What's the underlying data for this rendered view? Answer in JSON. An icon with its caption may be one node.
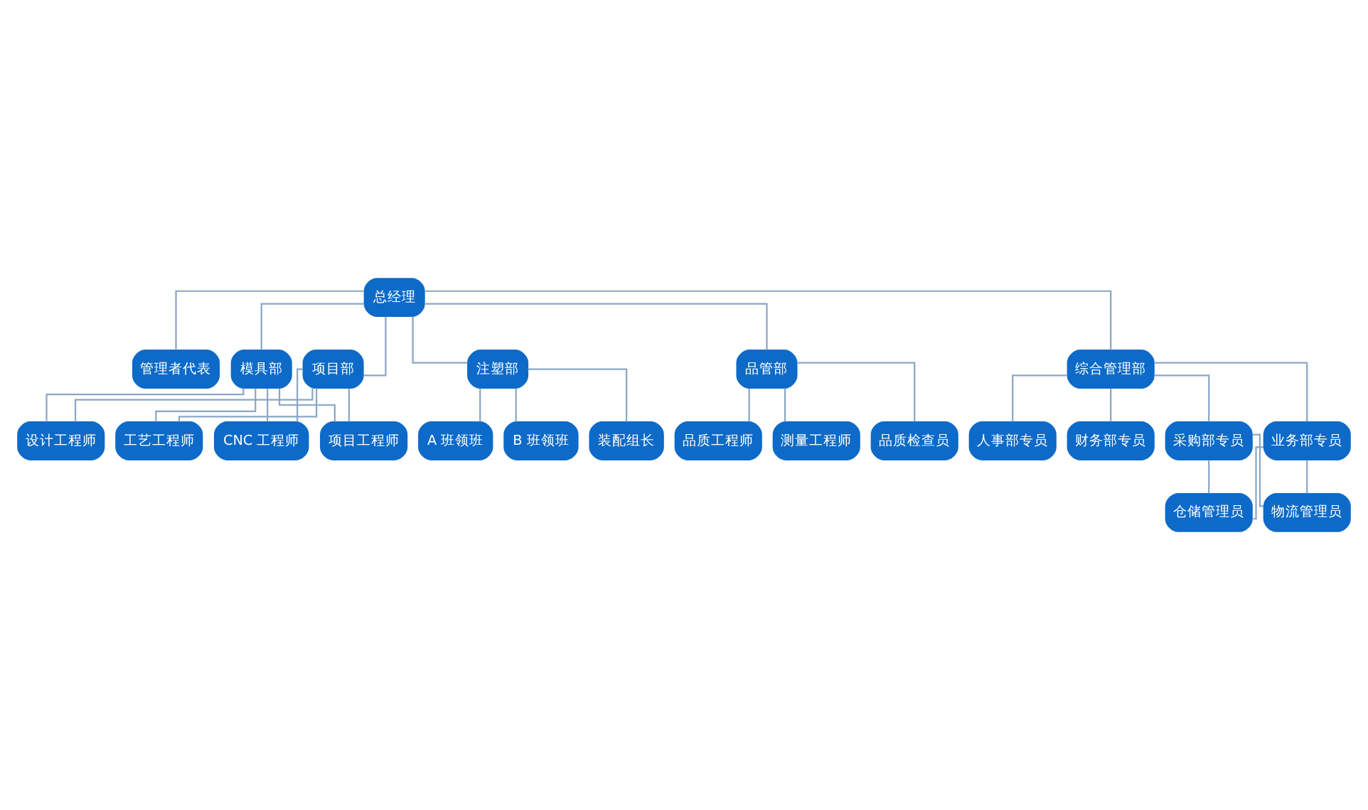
{
  "diagram": {
    "nodes": [
      {
        "text": [
          "总经理"
        ]
      },
      {
        "text": [
          "管理者代表"
        ]
      },
      {
        "text": [
          "模具部"
        ]
      },
      {
        "text": [
          "项目部"
        ]
      },
      {
        "text": [
          "注塑部"
        ]
      },
      {
        "text": [
          "品管部"
        ]
      },
      {
        "text": [
          "综合管理部"
        ]
      },
      {
        "text": [
          "设计工程师"
        ]
      },
      {
        "text": [
          "工艺工程师"
        ]
      },
      {
        "text": [
          "CNC 工程师"
        ]
      },
      {
        "text": [
          "项目工程师"
        ]
      },
      {
        "text": [
          "A 班领班"
        ]
      },
      {
        "text": [
          "B 班领班"
        ]
      },
      {
        "text": [
          "装配组长"
        ]
      },
      {
        "text": [
          "品质工程师"
        ]
      },
      {
        "text": [
          "测量工程师"
        ]
      },
      {
        "text": [
          "品质检查员"
        ]
      },
      {
        "text": [
          "采购部专员"
        ]
      },
      {
        "text": [
          "业务部专员"
        ]
      },
      {
        "text": [
          "人事部专员"
        ]
      },
      {
        "text": [
          "财务部专员"
        ]
      },
      {
        "text": [
          "仓储管理员"
        ]
      },
      {
        "text": [
          "物流管理员"
        ]
      }
    ],
    "edges": [
      {
        "from": 0,
        "to": 1,
        "arrow": "none"
      },
      {
        "from": 0,
        "to": 2,
        "arrow": "none"
      },
      {
        "from": 0,
        "to": 3,
        "arrow": "none"
      },
      {
        "from": 0,
        "to": 4,
        "arrow": "none"
      },
      {
        "from": 0,
        "to": 5,
        "arrow": "none"
      },
      {
        "from": 0,
        "to": 6,
        "arrow": "none"
      },
      {
        "from": 2,
        "to": 7,
        "arrow": "none"
      },
      {
        "from": 2,
        "to": 8,
        "arrow": "none"
      },
      {
        "from": 2,
        "to": 9,
        "arrow": "none"
      },
      {
        "from": 2,
        "to": 10,
        "arrow": "none"
      },
      {
        "from": 3,
        "to": 7,
        "arrow": "none"
      },
      {
        "from": 3,
        "to": 8,
        "arrow": "none"
      },
      {
        "from": 3,
        "to": 9,
        "arrow": "none"
      },
      {
        "from": 3,
        "to": 10,
        "arrow": "none"
      },
      {
        "from": 4,
        "to": 11,
        "arrow": "none"
      },
      {
        "from": 4,
        "to": 12,
        "arrow": "none"
      },
      {
        "from": 4,
        "to": 13,
        "arrow": "none"
      },
      {
        "from": 5,
        "to": 14,
        "arrow": "none"
      },
      {
        "from": 5,
        "to": 15,
        "arrow": "none"
      },
      {
        "from": 5,
        "to": 16,
        "arrow": "none"
      },
      {
        "from": 6,
        "to": 17,
        "arrow": "none"
      },
      {
        "from": 6,
        "to": 18,
        "arrow": "none"
      },
      {
        "from": 6,
        "to": 19,
        "arrow": "none"
      },
      {
        "from": 6,
        "to": 20,
        "arrow": "none"
      },
      {
        "from": 17,
        "to": 21,
        "arrow": "none"
      },
      {
        "from": 17,
        "to": 22,
        "arrow": "none"
      },
      {
        "from": 18,
        "to": 21,
        "arrow": "none"
      },
      {
        "from": 18,
        "to": 22,
        "arrow": "none"
      }
    ]
  }
}
